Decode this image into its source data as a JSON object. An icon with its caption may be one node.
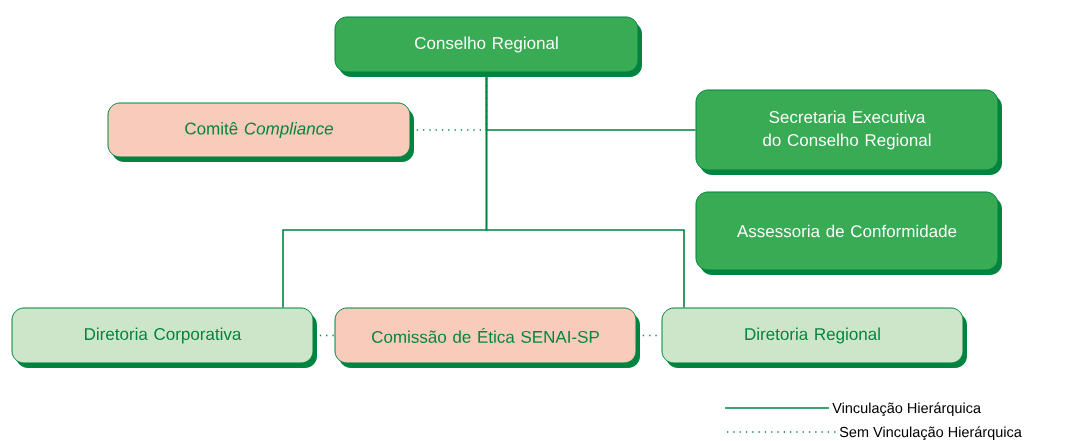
{
  "diagram": {
    "nodes": [
      {
        "text": [
          "Conselho Regional"
        ]
      },
      {
        "text": [
          "Comitê *Compliance*"
        ]
      },
      {
        "text": [
          "Secretaria Executiva do Conselho Regional"
        ]
      },
      {
        "text": [
          "Assessoria de Conformidade"
        ]
      },
      {
        "text": [
          "Diretoria Corporativa"
        ]
      },
      {
        "text": [
          "Comissão de Ética SENAI-SP"
        ]
      },
      {
        "text": [
          "Diretoria Regional"
        ]
      }
    ],
    "edges": [
      {
        "from": 0,
        "to": 2,
        "arrow": "none"
      },
      {
        "from": 0,
        "to": 1,
        "arrow": "none",
        "style": "dashed"
      },
      {
        "from": 0,
        "to": 4,
        "arrow": "none"
      },
      {
        "from": 0,
        "to": 6,
        "arrow": "none"
      },
      {
        "from": 4,
        "to": 5,
        "arrow": "none",
        "style": "dashed"
      },
      {
        "from": 5,
        "to": 6,
        "arrow": "none",
        "style": "dashed"
      }
    ],
    "legend": [
      {
        "text": "Vinculação Hierárquica"
      },
      {
        "text": "Sem Vinculação Hierárquica"
      }
    ]
  }
}
